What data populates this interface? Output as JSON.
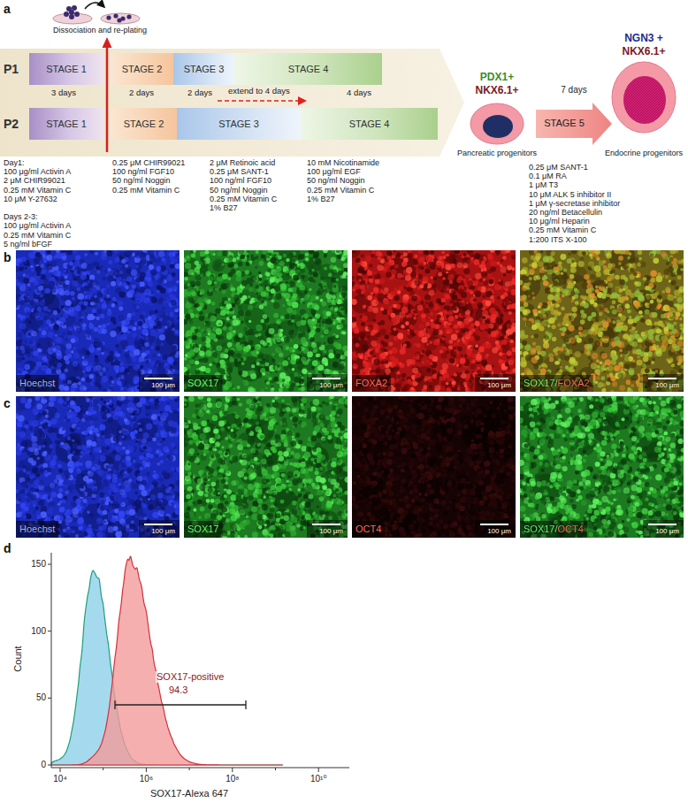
{
  "diagram": {
    "nodes": [
      {
        "text": [
          "P1",
          "P2"
        ]
      },
      {
        "text": [
          "STAGE 1"
        ],
        "in": 0
      },
      {
        "text": [
          "STAGE 2"
        ],
        "in": 0
      },
      {
        "text": [
          "STAGE 3"
        ],
        "in": 0
      },
      {
        "text": [
          "STAGE 4"
        ],
        "in": 0
      },
      {
        "text": [
          "STAGE 1"
        ],
        "in": 0
      },
      {
        "text": [
          "STAGE 2"
        ],
        "in": 0
      },
      {
        "text": [
          "STAGE 3"
        ],
        "in": 0
      },
      {
        "text": [
          "STAGE 4"
        ],
        "in": 0
      },
      {
        "text": [
          "PDX1+",
          "NKX6.1+",
          "Pancreatic progenitors"
        ]
      },
      {
        "text": [
          "7 days",
          "STAGE 5"
        ]
      },
      {
        "text": [
          "NGN3 +",
          "NKX6.1+",
          "Endocrine progenitors"
        ]
      },
      {
        "text": [
          "Hoechst",
          "100 μm"
        ]
      },
      {
        "text": [
          "SOX17",
          "100 μm"
        ]
      },
      {
        "text": [
          "FOXA2",
          "100 μm"
        ]
      },
      {
        "text": [
          "SOX17/FOXA2",
          "100 μm"
        ]
      },
      {
        "text": [
          "Hoechst",
          "100 μm"
        ]
      },
      {
        "text": [
          "SOX17",
          "100 μm"
        ]
      },
      {
        "text": [
          "OCT4",
          "100 μm"
        ]
      },
      {
        "text": [
          "SOX17/OCT4",
          "100 μm"
        ]
      }
    ],
    "labels": [
      "a",
      "Dissociation and re-plating",
      "3 days",
      "2 days",
      "2 days",
      "extend to 4 days",
      "4 days",
      "Day1:",
      "100 μg/ml Activin A",
      "2 μM CHIR99021",
      "0.25 mM Vitamin C",
      "10 μM Y-27632",
      "Days 2-3:",
      "100 μg/ml Activin A",
      "0.25 mM Vitamin C",
      "5 ng/ml bFGF",
      "0.25 μM CHIR99021",
      "100 ng/ml FGF10",
      "50 ng/ml Noggin",
      "0.25 mM Vitamin C",
      "2 μM Retinoic acid",
      "0.25 μM SANT-1",
      "100 ng/ml FGF10",
      "50 ng/ml Noggin",
      "0.25 mM Vitamin C",
      "1% B27",
      "10 mM Nicotinamide",
      "100 μg/ml EGF",
      "50 ng/ml Noggin",
      "0.25 mM Vitamin C",
      "1% B27",
      "0.25 μM SANT-1",
      "0.1 μM RA",
      "1 μM T3",
      "10 μM ALK 5 inhibitor II",
      "1 μM γ-secretase inhibitor",
      "20 ng/ml Betacellulin",
      "10 μg/ml Heparin",
      "0.25 mM Vitamin C",
      "1:200 ITS X-100",
      "b",
      "c",
      "d",
      "Count",
      "150",
      "100",
      "50",
      "0",
      "10⁴",
      "10⁶",
      "10⁸",
      "10¹⁰",
      "SOX17-Alexa 647",
      "SOX17-positive",
      "94.3"
    ]
  }
}
